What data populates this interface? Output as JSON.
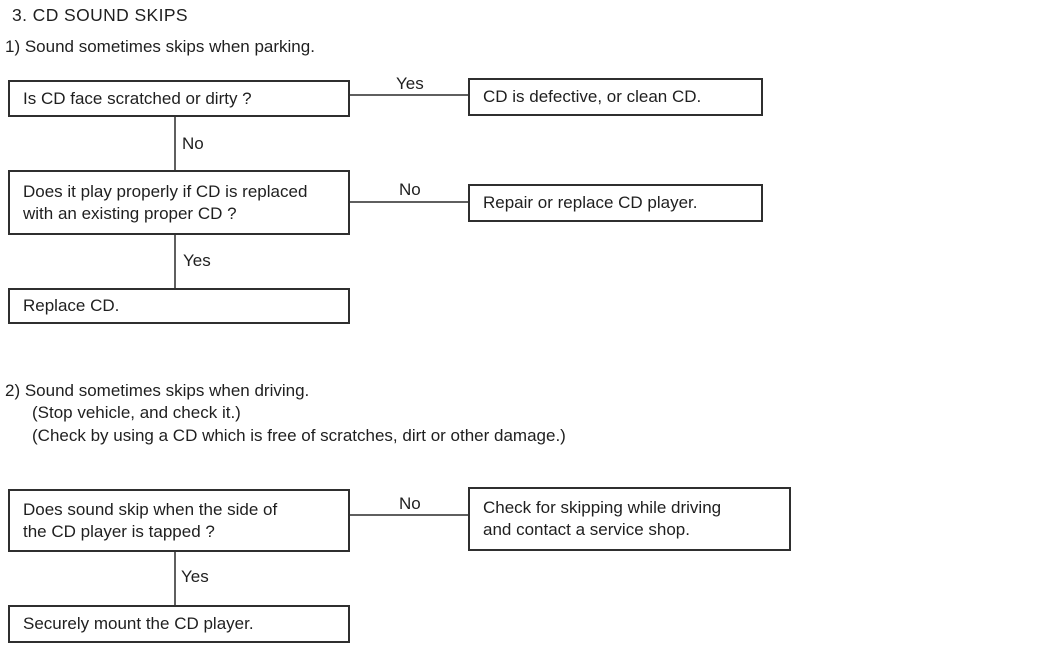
{
  "title": "3.  CD SOUND SKIPS",
  "labels": {
    "yes": "Yes",
    "no": "No"
  },
  "section1": {
    "heading": "1) Sound sometimes skips when parking.",
    "q1": "Is CD face scratched or dirty ?",
    "a1": "CD is defective, or clean CD.",
    "q2": "Does it play properly if CD is replaced\nwith an existing proper CD ?",
    "a2": "Repair or replace CD player.",
    "end": "Replace CD."
  },
  "section2": {
    "heading": "2) Sound sometimes skips when driving.",
    "note1": "(Stop vehicle, and check it.)",
    "note2": "(Check by using a CD which is free of scratches, dirt or other damage.)",
    "q1": "Does sound skip when the side of\nthe CD player is tapped ?",
    "a1": "Check for skipping while driving\nand contact a service shop.",
    "end": "Securely mount the CD player."
  },
  "colors": {
    "background": "#ffffff",
    "text": "#1f1f1f",
    "box_border": "#2f2f2f",
    "connector_line": "#5f5f5f"
  }
}
